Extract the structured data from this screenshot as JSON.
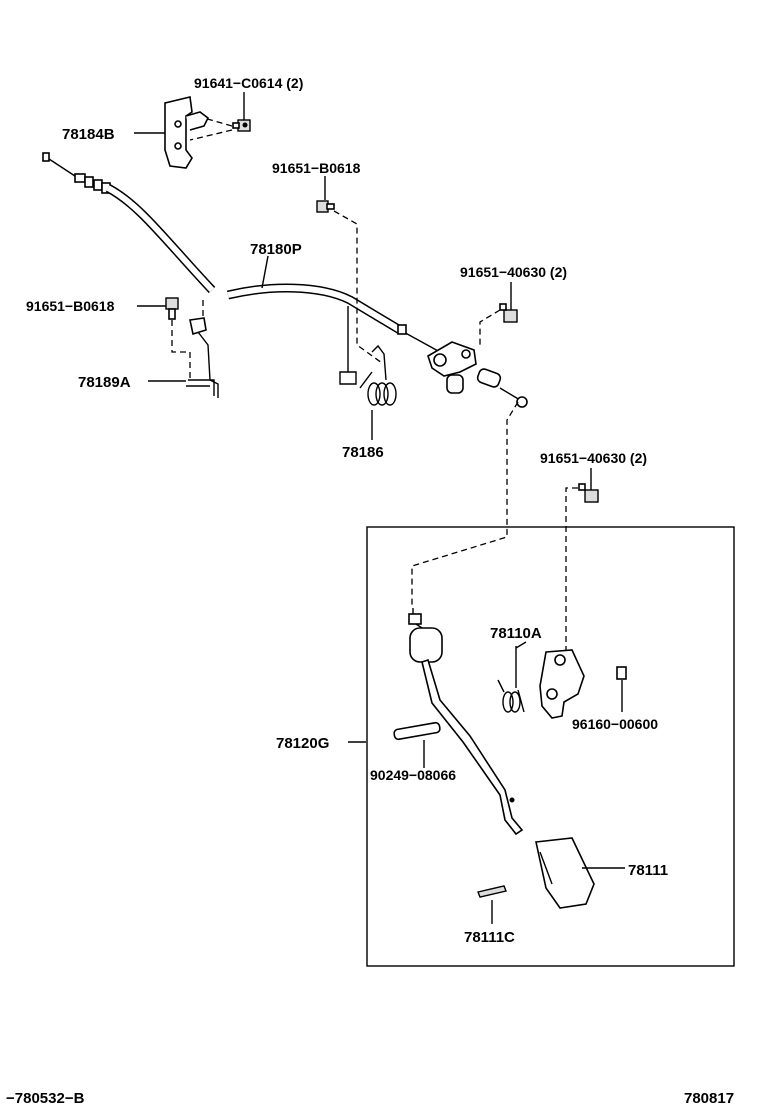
{
  "labels": {
    "p91641": "91641−C0614 (2)",
    "p78184B": "78184B",
    "p91651_b0618_top": "91651−B0618",
    "p78180P": "78180P",
    "p91651_40630_a": "91651−40630 (2)",
    "p91651_b0618_left": "91651−B0618",
    "p78189A": "78189A",
    "p78186": "78186",
    "p91651_40630_b": "91651−40630 (2)",
    "p78110A": "78110A",
    "p78120G": "78120G",
    "p96160": "96160−00600",
    "p90249": "90249−08066",
    "p78111": "78111",
    "p78111C": "78111C"
  },
  "footer": {
    "left": "−780532−B",
    "right": "780817"
  }
}
